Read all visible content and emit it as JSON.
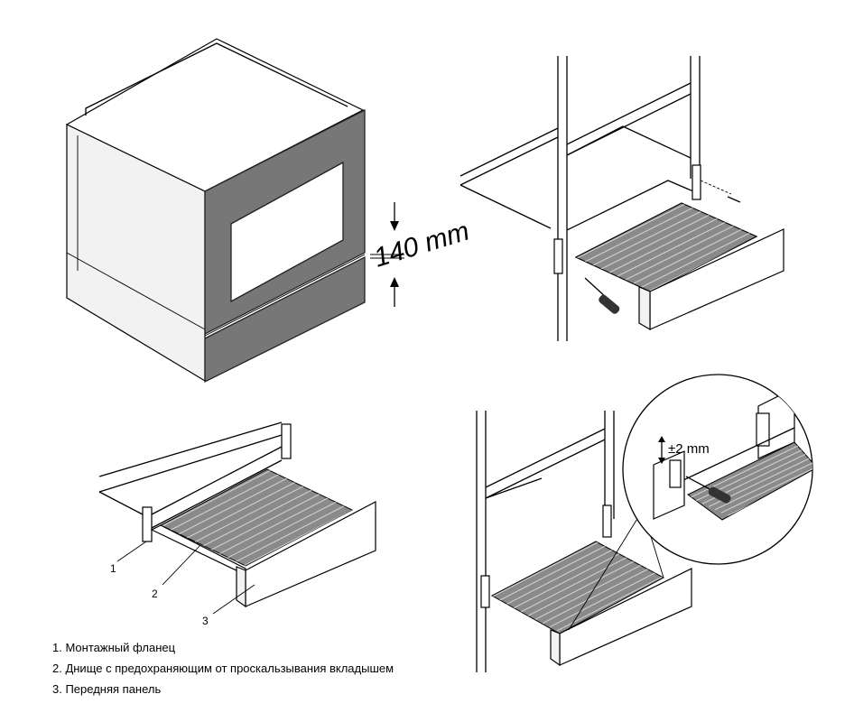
{
  "dimension_drawer": "140 mm",
  "dimension_adjust": "±2 mm",
  "callouts": [
    "1",
    "2",
    "3"
  ],
  "legend": [
    "1.  Монтажный фланец",
    "2.  Днище с предохраняющим от проскальзывания вкладышем",
    "3.  Передняя панель"
  ]
}
